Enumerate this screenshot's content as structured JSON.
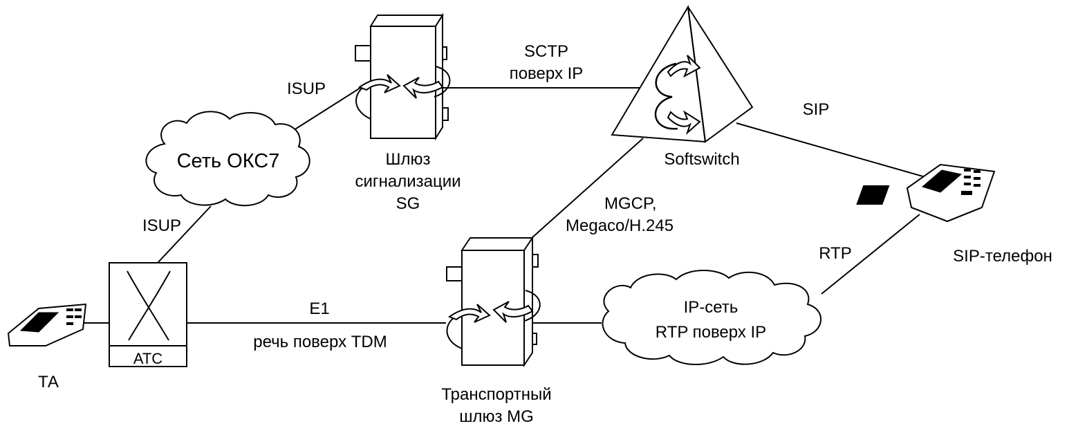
{
  "labels": {
    "isup_top": "ISUP",
    "isup_left": "ISUP",
    "ss7_network": "Сеть ОКС7",
    "sg_line1": "Шлюз",
    "sg_line2": "сигнализации",
    "sg_line3": "SG",
    "sctp_line1": "SCTP",
    "sctp_line2": "поверх IP",
    "softswitch": "Softswitch",
    "sip": "SIP",
    "sip_phone": "SIP-телефон",
    "mgcp_line1": "MGCP,",
    "mgcp_line2": "Megaco/H.245",
    "rtp": "RTP",
    "ip_network_line1": "IP-сеть",
    "ip_network_line2": "RTP поверх IP",
    "e1": "E1",
    "speech_tdm": "речь поверх TDM",
    "mg_line1": "Транспортный",
    "mg_line2": "шлюз MG",
    "ats": "АТС",
    "ta": "ТА"
  }
}
